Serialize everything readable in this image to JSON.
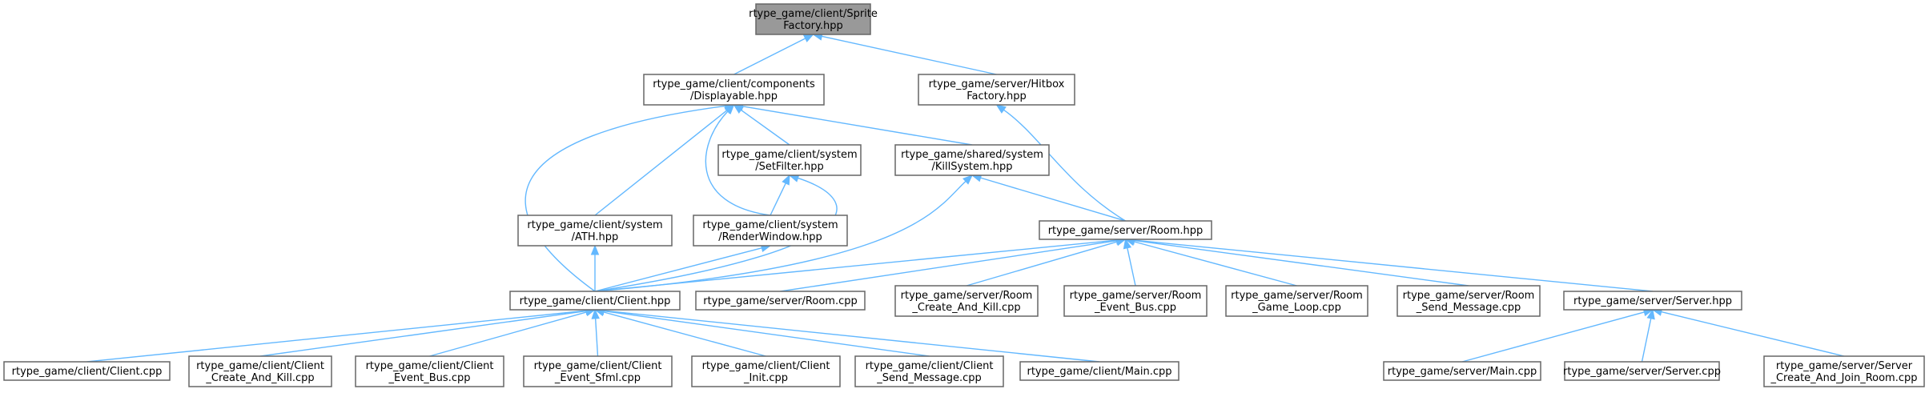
{
  "nodes": [
    {
      "id": "sprite_factory",
      "lines": [
        "rtype_game/client/Sprite",
        "Factory.hpp"
      ],
      "root": true
    },
    {
      "id": "displayable",
      "lines": [
        "rtype_game/client/components",
        "/Displayable.hpp"
      ]
    },
    {
      "id": "hitbox_factory",
      "lines": [
        "rtype_game/server/Hitbox",
        "Factory.hpp"
      ]
    },
    {
      "id": "set_filter",
      "lines": [
        "rtype_game/client/system",
        "/SetFilter.hpp"
      ]
    },
    {
      "id": "kill_system",
      "lines": [
        "rtype_game/shared/system",
        "/KillSystem.hpp"
      ]
    },
    {
      "id": "ath",
      "lines": [
        "rtype_game/client/system",
        "/ATH.hpp"
      ]
    },
    {
      "id": "render_window",
      "lines": [
        "rtype_game/client/system",
        "/RenderWindow.hpp"
      ]
    },
    {
      "id": "room_hpp",
      "lines": [
        "rtype_game/server/Room.hpp"
      ]
    },
    {
      "id": "client_hpp",
      "lines": [
        "rtype_game/client/Client.hpp"
      ]
    },
    {
      "id": "room_cpp",
      "lines": [
        "rtype_game/server/Room.cpp"
      ]
    },
    {
      "id": "room_create_kill",
      "lines": [
        "rtype_game/server/Room",
        "_Create_And_Kill.cpp"
      ]
    },
    {
      "id": "room_event_bus",
      "lines": [
        "rtype_game/server/Room",
        "_Event_Bus.cpp"
      ]
    },
    {
      "id": "room_game_loop",
      "lines": [
        "rtype_game/server/Room",
        "_Game_Loop.cpp"
      ]
    },
    {
      "id": "room_send_message",
      "lines": [
        "rtype_game/server/Room",
        "_Send_Message.cpp"
      ]
    },
    {
      "id": "server_hpp",
      "lines": [
        "rtype_game/server/Server.hpp"
      ]
    },
    {
      "id": "client_cpp",
      "lines": [
        "rtype_game/client/Client.cpp"
      ]
    },
    {
      "id": "client_create_kill",
      "lines": [
        "rtype_game/client/Client",
        "_Create_And_Kill.cpp"
      ]
    },
    {
      "id": "client_event_bus",
      "lines": [
        "rtype_game/client/Client",
        "_Event_Bus.cpp"
      ]
    },
    {
      "id": "client_event_sfml",
      "lines": [
        "rtype_game/client/Client",
        "_Event_Sfml.cpp"
      ]
    },
    {
      "id": "client_init",
      "lines": [
        "rtype_game/client/Client",
        "_Init.cpp"
      ]
    },
    {
      "id": "client_send_message",
      "lines": [
        "rtype_game/client/Client",
        "_Send_Message.cpp"
      ]
    },
    {
      "id": "client_main",
      "lines": [
        "rtype_game/client/Main.cpp"
      ]
    },
    {
      "id": "server_main",
      "lines": [
        "rtype_game/server/Main.cpp"
      ]
    },
    {
      "id": "server_cpp",
      "lines": [
        "rtype_game/server/Server.cpp"
      ]
    },
    {
      "id": "server_create_join",
      "lines": [
        "rtype_game/server/Server",
        "_Create_And_Join_Room.cpp"
      ]
    }
  ],
  "edges": [
    {
      "from": "displayable",
      "to": "sprite_factory"
    },
    {
      "from": "hitbox_factory",
      "to": "sprite_factory"
    },
    {
      "from": "set_filter",
      "to": "displayable"
    },
    {
      "from": "kill_system",
      "to": "displayable"
    },
    {
      "from": "ath",
      "to": "displayable"
    },
    {
      "from": "render_window",
      "to": "displayable"
    },
    {
      "from": "client_hpp",
      "to": "displayable"
    },
    {
      "from": "room_hpp",
      "to": "hitbox_factory"
    },
    {
      "from": "render_window",
      "to": "set_filter"
    },
    {
      "from": "client_hpp",
      "to": "set_filter"
    },
    {
      "from": "room_hpp",
      "to": "kill_system"
    },
    {
      "from": "client_hpp",
      "to": "kill_system"
    },
    {
      "from": "client_hpp",
      "to": "ath"
    },
    {
      "from": "client_hpp",
      "to": "render_window"
    },
    {
      "from": "client_hpp",
      "to": "room_hpp"
    },
    {
      "from": "room_cpp",
      "to": "room_hpp"
    },
    {
      "from": "room_create_kill",
      "to": "room_hpp"
    },
    {
      "from": "room_event_bus",
      "to": "room_hpp"
    },
    {
      "from": "room_game_loop",
      "to": "room_hpp"
    },
    {
      "from": "room_send_message",
      "to": "room_hpp"
    },
    {
      "from": "server_hpp",
      "to": "room_hpp"
    },
    {
      "from": "client_cpp",
      "to": "client_hpp"
    },
    {
      "from": "client_create_kill",
      "to": "client_hpp"
    },
    {
      "from": "client_event_bus",
      "to": "client_hpp"
    },
    {
      "from": "client_event_sfml",
      "to": "client_hpp"
    },
    {
      "from": "client_init",
      "to": "client_hpp"
    },
    {
      "from": "client_send_message",
      "to": "client_hpp"
    },
    {
      "from": "client_main",
      "to": "client_hpp"
    },
    {
      "from": "server_main",
      "to": "server_hpp"
    },
    {
      "from": "server_cpp",
      "to": "server_hpp"
    },
    {
      "from": "server_create_join",
      "to": "server_hpp"
    }
  ],
  "colors": {
    "edge": "#63b8ff",
    "root_fill": "#999999",
    "node_fill": "#ffffff",
    "node_border": "#666666"
  }
}
